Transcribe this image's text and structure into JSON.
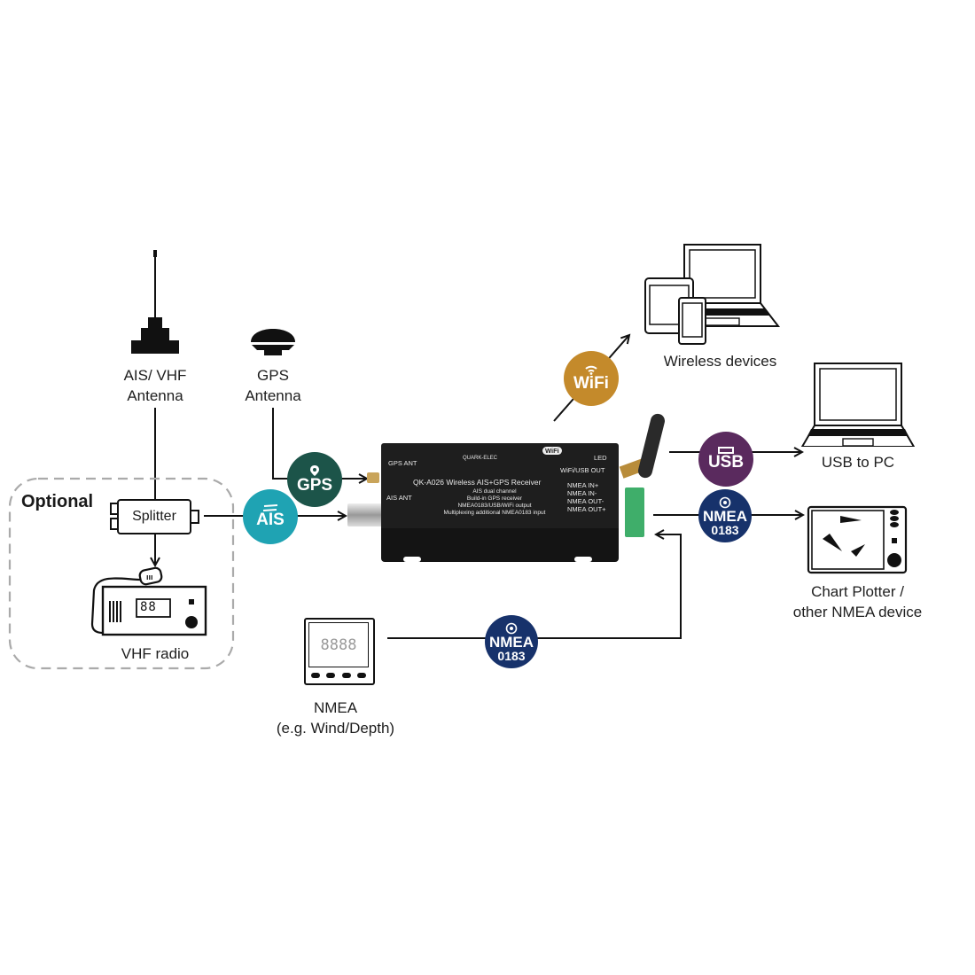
{
  "diagram": {
    "antennas": {
      "ais_vhf": {
        "line1": "AIS/ VHF",
        "line2": "Antenna"
      },
      "gps": {
        "line1": "GPS",
        "line2": "Antenna"
      }
    },
    "optional_group": {
      "title": "Optional",
      "splitter_label": "Splitter",
      "vhf_radio_label": "VHF radio",
      "vhf_display": "88"
    },
    "badges": {
      "gps": {
        "label": "GPS",
        "icon": "location-pin-icon",
        "color": "#1c5449"
      },
      "ais": {
        "label": "AIS",
        "icon": "ais-icon",
        "color": "#1fa3b3"
      },
      "wifi": {
        "label": "WiFi",
        "icon": "wifi-icon",
        "color": "#c48a2b"
      },
      "usb": {
        "label": "USB",
        "icon": "usb-icon",
        "color": "#5a2a5e"
      },
      "nmea_out": {
        "label": "NMEA",
        "sub": "0183",
        "icon": "target-icon",
        "color": "#17326b"
      },
      "nmea_in": {
        "label": "NMEA",
        "sub": "0183",
        "icon": "target-icon",
        "color": "#17326b"
      }
    },
    "device": {
      "gps_ant": "GPS ANT",
      "ais_ant": "AIS ANT",
      "brand": "QUARK-ELEC",
      "wifi_logo": "WiFi",
      "led": "LED",
      "wifi_usb_out": "WiFi/USB OUT",
      "title": "QK-A026 Wireless AIS+GPS Receiver",
      "features": [
        "AIS dual channel",
        "Build-in GPS receiver",
        "NMEA0183/USB/WiFi output",
        "Multiplexing additional NMEA0183 input"
      ],
      "ports": [
        "NMEA IN+",
        "NMEA IN-",
        "NMEA OUT-",
        "NMEA OUT+"
      ]
    },
    "outputs": {
      "wireless": "Wireless devices",
      "usb_pc": "USB to PC",
      "chart_plotter": {
        "line1": "Chart Plotter /",
        "line2": "other NMEA device"
      }
    },
    "inputs": {
      "nmea_instrument": {
        "line1": "NMEA",
        "line2": "(e.g. Wind/Depth)",
        "display": "8888"
      }
    }
  }
}
